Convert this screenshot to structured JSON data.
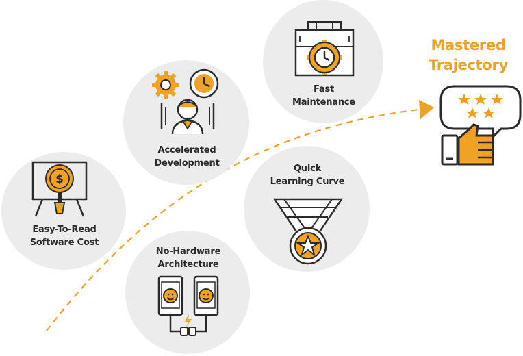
{
  "colors": {
    "accent": "#f0a224",
    "line": "#2b2b2b",
    "circle": "#ececec"
  },
  "goal": {
    "title_line1": "Mastered",
    "title_line2": "Trajectory",
    "icon": "thumbs-up-rating-icon"
  },
  "nodes": [
    {
      "id": "software-cost",
      "line1": "Easy-To-Read",
      "line2": "Software Cost",
      "icon": "dollar-presentation-icon"
    },
    {
      "id": "accelerated-development",
      "line1": "Accelerated",
      "line2": "Development",
      "icon": "developer-gears-clock-icon"
    },
    {
      "id": "fast-maintenance",
      "line1": "Fast",
      "line2": "Maintenance",
      "icon": "toolbox-clock-icon"
    },
    {
      "id": "quick-learning",
      "line1": "Quick",
      "line2": "Learning Curve",
      "icon": "medal-star-icon"
    },
    {
      "id": "no-hardware",
      "line1": "No-Hardware",
      "line2": "Architecture",
      "icon": "connected-phones-icon"
    }
  ]
}
